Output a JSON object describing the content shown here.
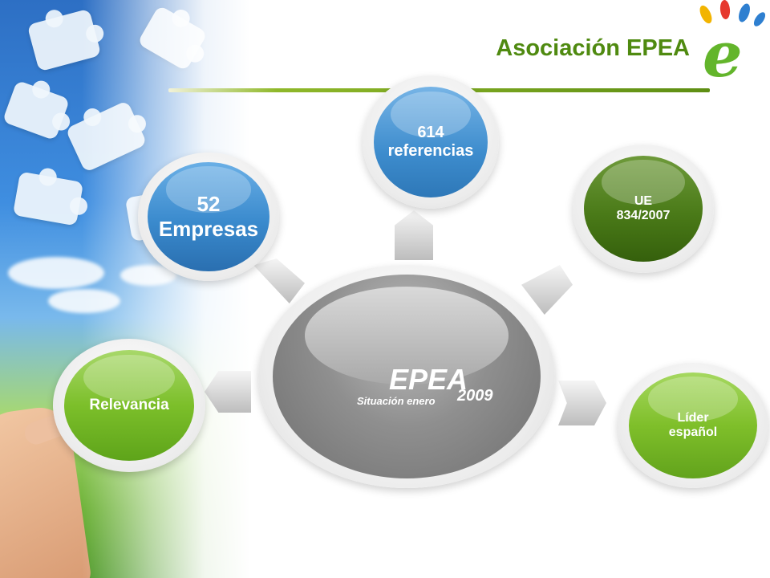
{
  "header": {
    "title": "Asociación EPEA",
    "logo_letter": "e"
  },
  "center": {
    "title": "EPEA",
    "subtitle": "Situación enero",
    "year": "2009"
  },
  "nodes": {
    "empresas": {
      "line1": "52",
      "line2": "Empresas"
    },
    "referencias": {
      "line1": "614",
      "line2": "referencias"
    },
    "ue": {
      "line1": "UE",
      "line2": "834/2007"
    },
    "relevancia": {
      "line1": "Relevancia"
    },
    "lider": {
      "line1": "Líder",
      "line2": "español"
    }
  },
  "colors": {
    "title_green": "#4f8a10",
    "blue": "#3d8ccd",
    "dark_green": "#3f6e12",
    "light_green": "#7fbf2a",
    "gray": "#8f8f8f"
  }
}
